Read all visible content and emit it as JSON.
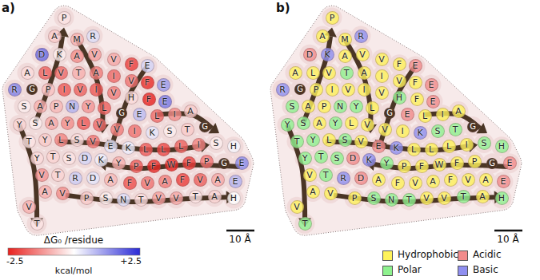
{
  "diagram": {
    "nodes": [
      {
        "text": [
          "P"
        ]
      },
      {
        "text": [
          "A"
        ]
      },
      {
        "text": [
          "M"
        ]
      },
      {
        "text": [
          "R"
        ]
      },
      {
        "text": [
          "D"
        ]
      },
      {
        "text": [
          "K"
        ]
      },
      {
        "text": [
          "A"
        ]
      },
      {
        "text": [
          "V"
        ]
      },
      {
        "text": [
          "V"
        ]
      },
      {
        "text": [
          "F"
        ]
      },
      {
        "text": [
          "E"
        ]
      },
      {
        "text": [
          "A"
        ]
      },
      {
        "text": [
          "L"
        ]
      },
      {
        "text": [
          "V"
        ]
      },
      {
        "text": [
          "T"
        ]
      },
      {
        "text": [
          "A"
        ]
      },
      {
        "text": [
          "I"
        ]
      },
      {
        "text": [
          "V"
        ]
      },
      {
        "text": [
          "F"
        ]
      },
      {
        "text": [
          "E"
        ]
      },
      {
        "text": [
          "R"
        ]
      },
      {
        "text": [
          "G"
        ]
      },
      {
        "text": [
          "P"
        ]
      },
      {
        "text": [
          "I"
        ]
      },
      {
        "text": [
          "V"
        ]
      },
      {
        "text": [
          "I"
        ]
      },
      {
        "text": [
          "V"
        ]
      },
      {
        "text": [
          "H"
        ]
      },
      {
        "text": [
          "F"
        ]
      },
      {
        "text": [
          "E"
        ]
      },
      {
        "text": [
          "S"
        ]
      },
      {
        "text": [
          "A"
        ]
      },
      {
        "text": [
          "P"
        ]
      },
      {
        "text": [
          "N"
        ]
      },
      {
        "text": [
          "Y"
        ]
      },
      {
        "text": [
          "L"
        ]
      },
      {
        "text": [
          "G"
        ]
      },
      {
        "text": [
          "E"
        ]
      },
      {
        "text": [
          "L"
        ]
      },
      {
        "text": [
          "I"
        ]
      },
      {
        "text": [
          "A"
        ]
      },
      {
        "text": [
          "Y"
        ]
      },
      {
        "text": [
          "S"
        ]
      },
      {
        "text": [
          "A"
        ]
      },
      {
        "text": [
          "Y"
        ]
      },
      {
        "text": [
          "L"
        ]
      },
      {
        "text": [
          "V"
        ]
      },
      {
        "text": [
          "V"
        ]
      },
      {
        "text": [
          "I"
        ]
      },
      {
        "text": [
          "K"
        ]
      },
      {
        "text": [
          "S"
        ]
      },
      {
        "text": [
          "T"
        ]
      },
      {
        "text": [
          "G"
        ]
      },
      {
        "text": [
          "T"
        ]
      },
      {
        "text": [
          "Y"
        ]
      },
      {
        "text": [
          "L"
        ]
      },
      {
        "text": [
          "S"
        ]
      },
      {
        "text": [
          "V"
        ]
      },
      {
        "text": [
          "E"
        ]
      },
      {
        "text": [
          "K"
        ]
      },
      {
        "text": [
          "L"
        ]
      },
      {
        "text": [
          "L"
        ]
      },
      {
        "text": [
          "L"
        ]
      },
      {
        "text": [
          "I"
        ]
      },
      {
        "text": [
          "S"
        ]
      },
      {
        "text": [
          "H"
        ]
      },
      {
        "text": [
          "Y"
        ]
      },
      {
        "text": [
          "T"
        ]
      },
      {
        "text": [
          "S"
        ]
      },
      {
        "text": [
          "D"
        ]
      },
      {
        "text": [
          "K"
        ]
      },
      {
        "text": [
          "Y"
        ]
      },
      {
        "text": [
          "P"
        ]
      },
      {
        "text": [
          "F"
        ]
      },
      {
        "text": [
          "W"
        ]
      },
      {
        "text": [
          "F"
        ]
      },
      {
        "text": [
          "P"
        ]
      },
      {
        "text": [
          "G"
        ]
      },
      {
        "text": [
          "E"
        ]
      },
      {
        "text": [
          "V"
        ]
      },
      {
        "text": [
          "T"
        ]
      },
      {
        "text": [
          "R"
        ]
      },
      {
        "text": [
          "D"
        ]
      },
      {
        "text": [
          "A"
        ]
      },
      {
        "text": [
          "F"
        ]
      },
      {
        "text": [
          "V"
        ]
      },
      {
        "text": [
          "A"
        ]
      },
      {
        "text": [
          "F"
        ]
      },
      {
        "text": [
          "V"
        ]
      },
      {
        "text": [
          "A"
        ]
      },
      {
        "text": [
          "E"
        ]
      },
      {
        "text": [
          "A"
        ]
      },
      {
        "text": [
          "V"
        ]
      },
      {
        "text": [
          "P"
        ]
      },
      {
        "text": [
          "S"
        ]
      },
      {
        "text": [
          "N"
        ]
      },
      {
        "text": [
          "T"
        ]
      },
      {
        "text": [
          "V"
        ]
      },
      {
        "text": [
          "V"
        ]
      },
      {
        "text": [
          "T"
        ]
      },
      {
        "text": [
          "A"
        ]
      },
      {
        "text": [
          "H"
        ]
      },
      {
        "text": [
          "V"
        ]
      },
      {
        "text": [
          "T"
        ]
      },
      {
        "text": [
          "P"
        ]
      },
      {
        "text": [
          "A"
        ]
      },
      {
        "text": [
          "M"
        ]
      },
      {
        "text": [
          "R"
        ]
      },
      {
        "text": [
          "D"
        ]
      },
      {
        "text": [
          "K"
        ]
      },
      {
        "text": [
          "A"
        ]
      },
      {
        "text": [
          "V"
        ]
      },
      {
        "text": [
          "V"
        ]
      },
      {
        "text": [
          "F"
        ]
      },
      {
        "text": [
          "E"
        ]
      },
      {
        "text": [
          "A"
        ]
      },
      {
        "text": [
          "L"
        ]
      },
      {
        "text": [
          "V"
        ]
      },
      {
        "text": [
          "T"
        ]
      },
      {
        "text": [
          "A"
        ]
      },
      {
        "text": [
          "I"
        ]
      },
      {
        "text": [
          "V"
        ]
      },
      {
        "text": [
          "F"
        ]
      },
      {
        "text": [
          "E"
        ]
      },
      {
        "text": [
          "R"
        ]
      },
      {
        "text": [
          "G"
        ]
      },
      {
        "text": [
          "P"
        ]
      },
      {
        "text": [
          "I"
        ]
      },
      {
        "text": [
          "V"
        ]
      },
      {
        "text": [
          "I"
        ]
      },
      {
        "text": [
          "V"
        ]
      },
      {
        "text": [
          "H"
        ]
      },
      {
        "text": [
          "F"
        ]
      },
      {
        "text": [
          "E"
        ]
      },
      {
        "text": [
          "S"
        ]
      },
      {
        "text": [
          "A"
        ]
      },
      {
        "text": [
          "P"
        ]
      },
      {
        "text": [
          "N"
        ]
      },
      {
        "text": [
          "Y"
        ]
      },
      {
        "text": [
          "L"
        ]
      },
      {
        "text": [
          "G"
        ]
      },
      {
        "text": [
          "E"
        ]
      },
      {
        "text": [
          "L"
        ]
      },
      {
        "text": [
          "I"
        ]
      },
      {
        "text": [
          "A"
        ]
      },
      {
        "text": [
          "Y"
        ]
      },
      {
        "text": [
          "S"
        ]
      },
      {
        "text": [
          "A"
        ]
      },
      {
        "text": [
          "Y"
        ]
      },
      {
        "text": [
          "L"
        ]
      },
      {
        "text": [
          "V"
        ]
      },
      {
        "text": [
          "V"
        ]
      },
      {
        "text": [
          "I"
        ]
      },
      {
        "text": [
          "K"
        ]
      },
      {
        "text": [
          "S"
        ]
      },
      {
        "text": [
          "T"
        ]
      },
      {
        "text": [
          "G"
        ]
      },
      {
        "text": [
          "T"
        ]
      },
      {
        "text": [
          "Y"
        ]
      },
      {
        "text": [
          "L"
        ]
      },
      {
        "text": [
          "S"
        ]
      },
      {
        "text": [
          "V"
        ]
      },
      {
        "text": [
          "E"
        ]
      },
      {
        "text": [
          "K"
        ]
      },
      {
        "text": [
          "L"
        ]
      },
      {
        "text": [
          "L"
        ]
      },
      {
        "text": [
          "L"
        ]
      },
      {
        "text": [
          "I"
        ]
      },
      {
        "text": [
          "S"
        ]
      },
      {
        "text": [
          "H"
        ]
      },
      {
        "text": [
          "Y"
        ]
      },
      {
        "text": [
          "T"
        ]
      },
      {
        "text": [
          "S"
        ]
      },
      {
        "text": [
          "D"
        ]
      },
      {
        "text": [
          "K"
        ]
      },
      {
        "text": [
          "Y"
        ]
      },
      {
        "text": [
          "P"
        ]
      },
      {
        "text": [
          "F"
        ]
      },
      {
        "text": [
          "W"
        ]
      },
      {
        "text": [
          "F"
        ]
      },
      {
        "text": [
          "P"
        ]
      },
      {
        "text": [
          "G"
        ]
      },
      {
        "text": [
          "E"
        ]
      },
      {
        "text": [
          "V"
        ]
      },
      {
        "text": [
          "T"
        ]
      },
      {
        "text": [
          "R"
        ]
      },
      {
        "text": [
          "D"
        ]
      },
      {
        "text": [
          "A"
        ]
      },
      {
        "text": [
          "F"
        ]
      },
      {
        "text": [
          "V"
        ]
      },
      {
        "text": [
          "A"
        ]
      },
      {
        "text": [
          "F"
        ]
      },
      {
        "text": [
          "V"
        ]
      },
      {
        "text": [
          "A"
        ]
      },
      {
        "text": [
          "E"
        ]
      },
      {
        "text": [
          "A"
        ]
      },
      {
        "text": [
          "V"
        ]
      },
      {
        "text": [
          "P"
        ]
      },
      {
        "text": [
          "S"
        ]
      },
      {
        "text": [
          "N"
        ]
      },
      {
        "text": [
          "T"
        ]
      },
      {
        "text": [
          "V"
        ]
      },
      {
        "text": [
          "V"
        ]
      },
      {
        "text": [
          "T"
        ]
      },
      {
        "text": [
          "A"
        ]
      },
      {
        "text": [
          "H"
        ]
      },
      {
        "text": [
          "V"
        ]
      },
      {
        "text": [
          "T"
        ]
      }
    ],
    "labels": [
      "a)",
      "b)",
      "ΔG₀ /residue",
      "-2.5",
      "+2.5",
      "kcal/mol",
      "10 Å",
      "10 Å"
    ],
    "legend": [
      {
        "text": "Hydrophobic",
        "color": "#fff35a"
      },
      {
        "text": "Acidic",
        "color": "#f28b8b"
      },
      {
        "text": "Polar",
        "color": "#8ef28e"
      },
      {
        "text": "Basic",
        "color": "#8f8ff0"
      }
    ]
  }
}
